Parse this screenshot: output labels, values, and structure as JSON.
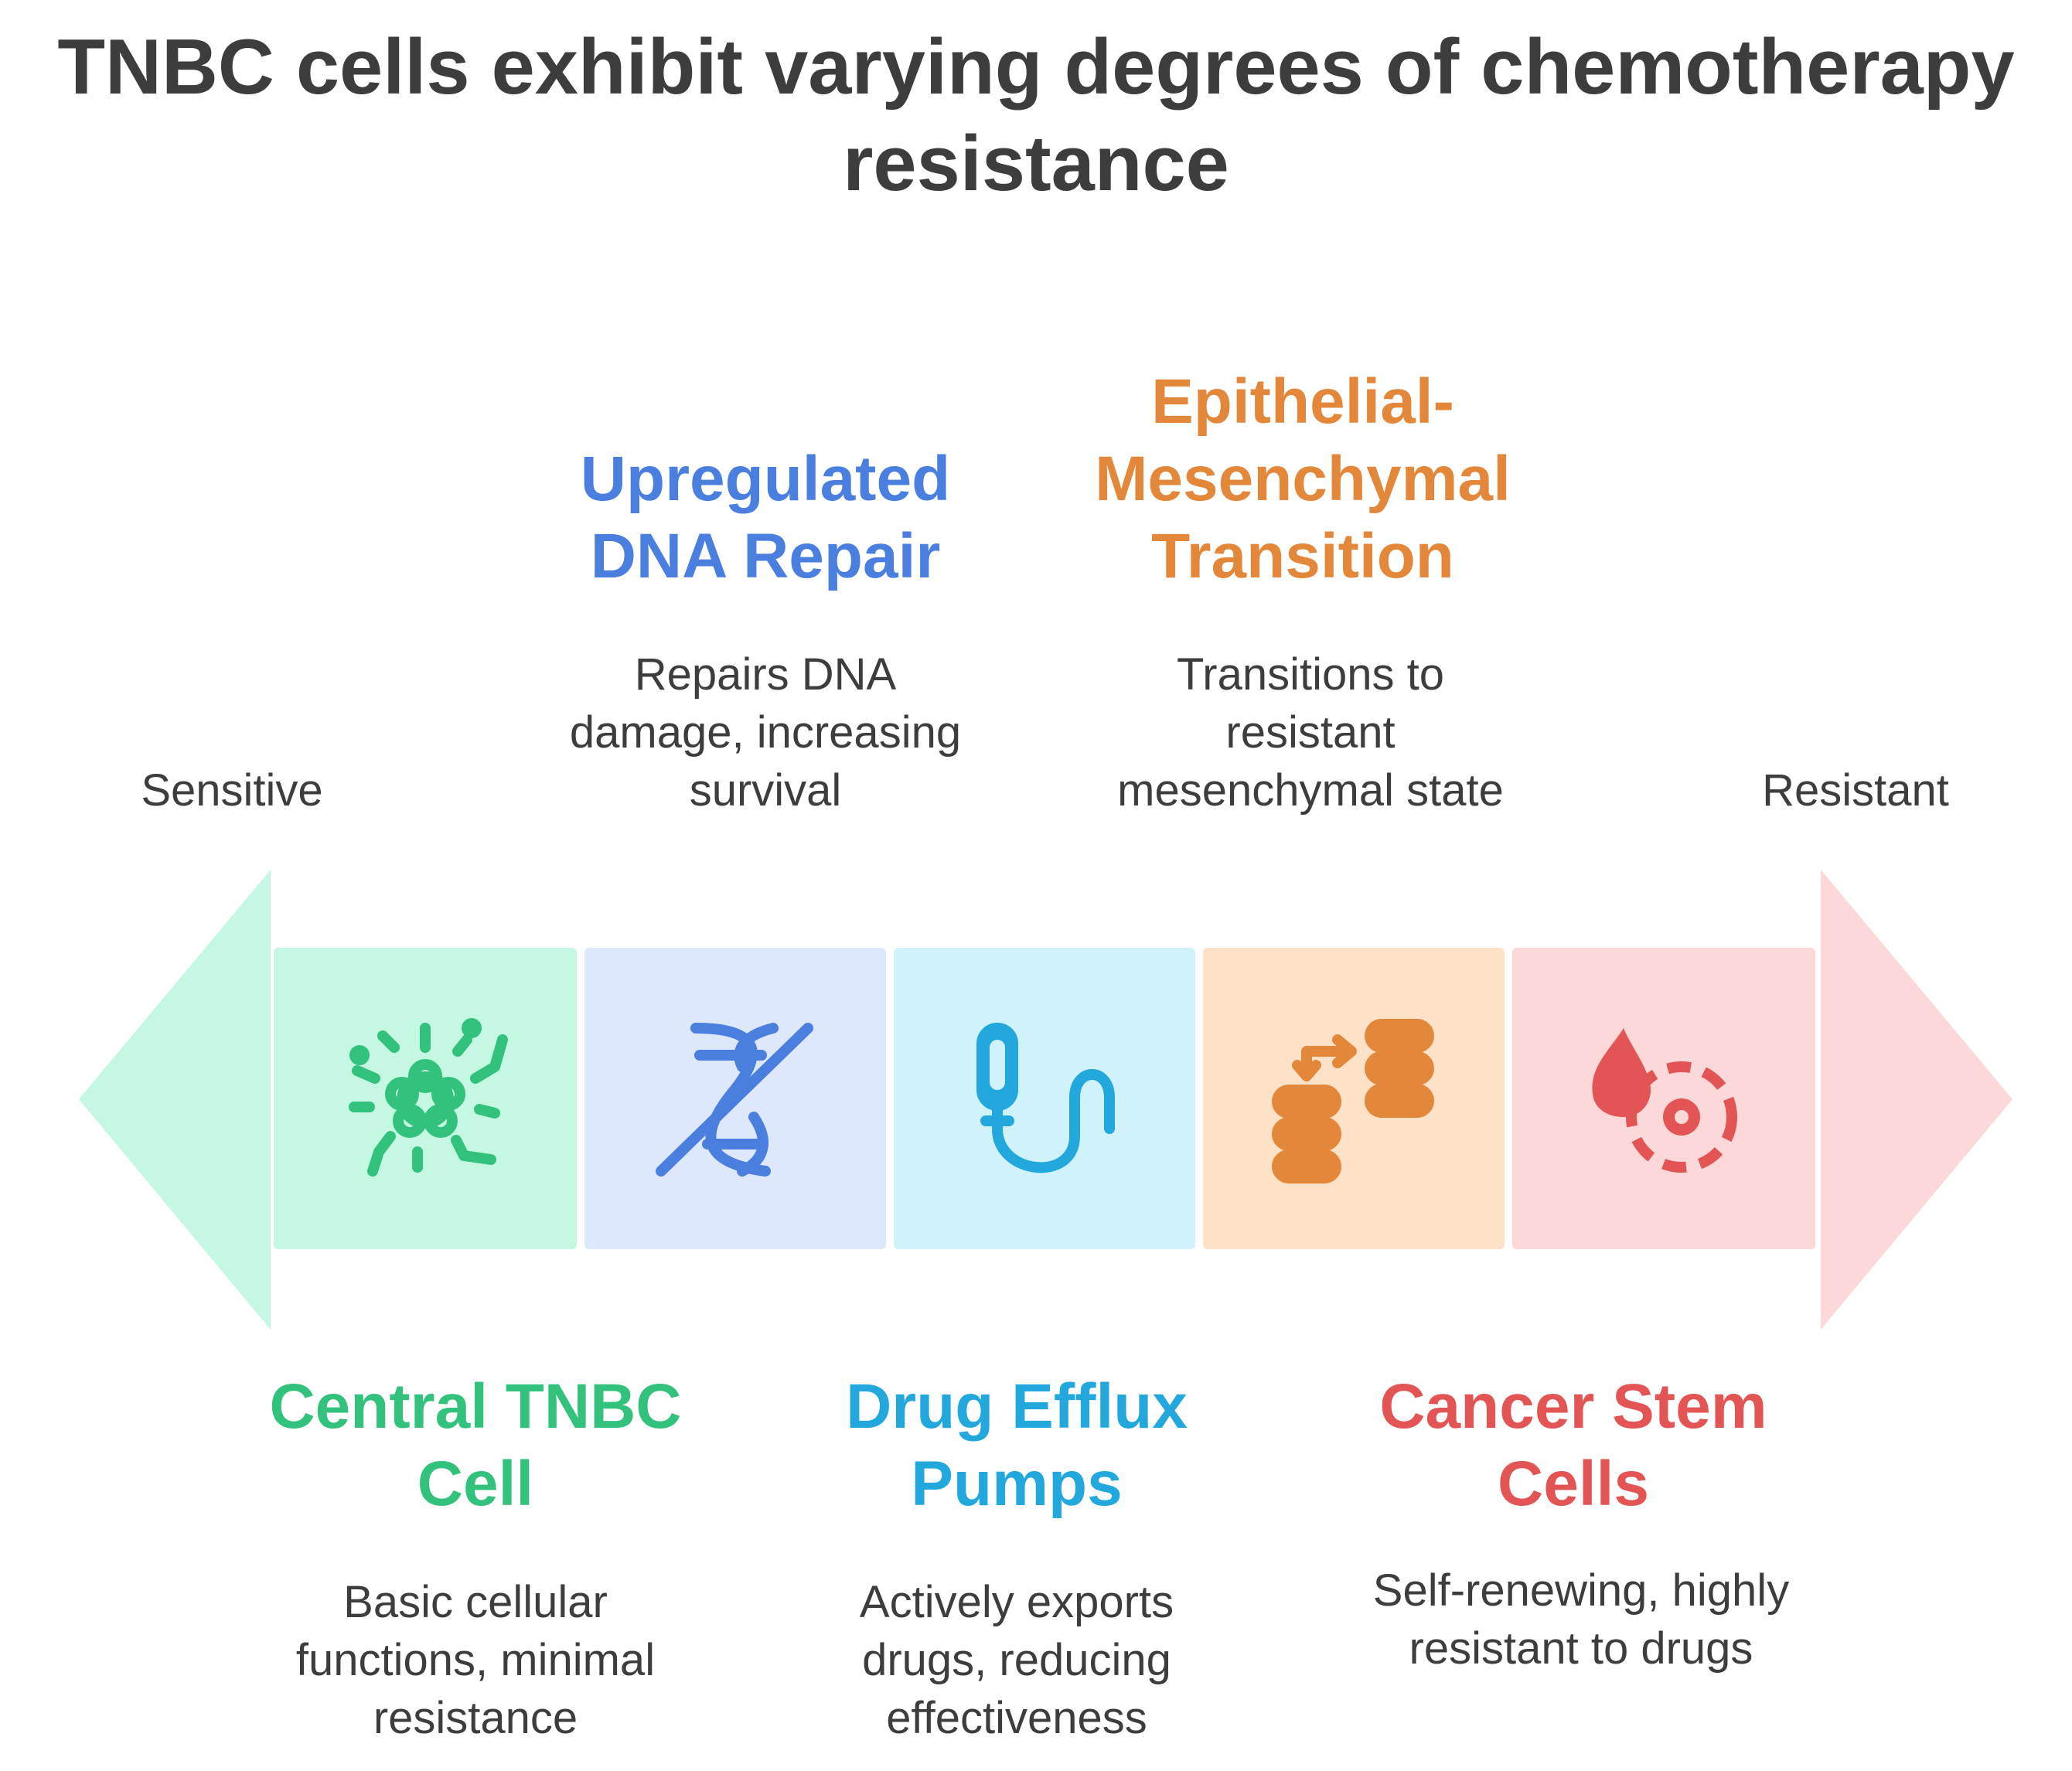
{
  "title": "TNBC cells exhibit varying degrees of chemotherapy\nresistance",
  "scale": {
    "left_label": "Sensitive",
    "right_label": "Resistant",
    "left_color": "#c5f8e2",
    "right_color": "#fdd8d8"
  },
  "stages": [
    {
      "title": "Central TNBC\nCell",
      "description": "Basic cellular\nfunctions, minimal\nresistance",
      "icon": "cell-icon",
      "color": "#33c27b",
      "background": "#c5f8e2"
    },
    {
      "title": "Upregulated\nDNA Repair",
      "description": "Repairs DNA\ndamage, increasing\nsurvival",
      "icon": "dna-off-icon",
      "color": "#4a7fe0",
      "background": "#dde8fc"
    },
    {
      "title": "Drug Efflux\nPumps",
      "description": "Actively exports\ndrugs, reducing\neffectiveness",
      "icon": "pump-icon",
      "color": "#22a8dc",
      "background": "#d0f2fa"
    },
    {
      "title": "Epithelial-\nMesenchymal\nTransition",
      "description": "Transitions to\nresistant\nmesenchymal state",
      "icon": "transition-icon",
      "color": "#e3883a",
      "background": "#fde2c7"
    },
    {
      "title": "Cancer Stem\nCells",
      "description": "Self-renewing, highly\nresistant to drugs",
      "icon": "stem-cell-icon",
      "color": "#e35454",
      "background": "#fdd8d8"
    }
  ]
}
